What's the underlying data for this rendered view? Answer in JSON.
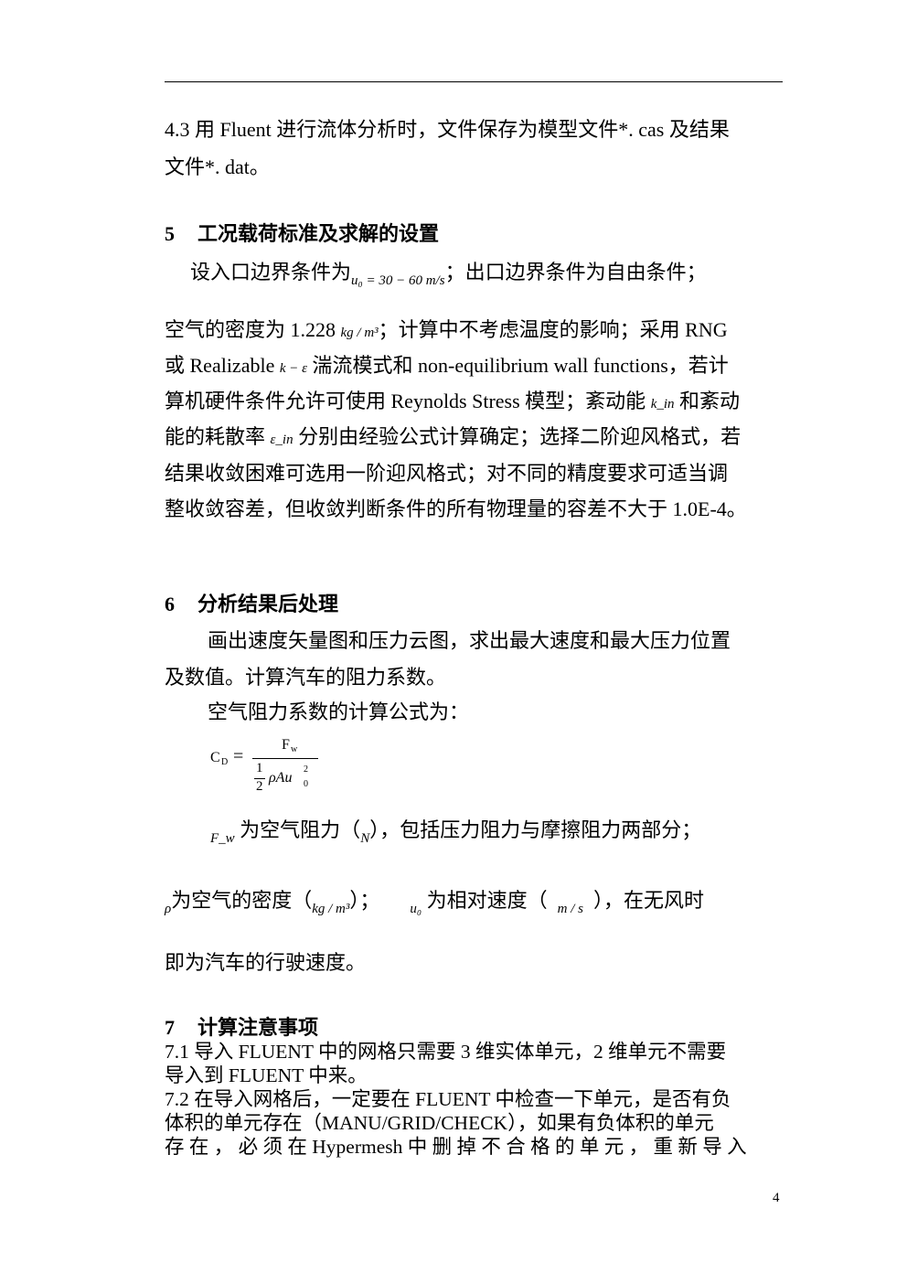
{
  "page_number": "4",
  "para_4_3": {
    "line1": "4.3 用 Fluent 进行流体分析时，文件保存为模型文件*. cas 及结果",
    "line2": "文件*. dat。"
  },
  "section5": {
    "num": "5",
    "title": "工况载荷标准及求解的设置",
    "line1_a": "设入口边界条件为",
    "line1_formula": "u₀ = 30 − 60 m/s",
    "line1_b": "；出口边界条件为自由条件；",
    "line2_a": "空气的密度为 1.228",
    "line2_unit": "kg / m³",
    "line2_b": "；计算中不考虑温度的影响；采用 RNG",
    "line3_a": "或 Realizable",
    "line3_formula": "k − ε",
    "line3_b": "湍流模式和 non-equilibrium wall functions，若计",
    "line4_a": "算机硬件条件允许可使用 Reynolds Stress 模型；紊动能",
    "line4_formula": "k_in",
    "line4_b": "和紊动",
    "line5_a": "能的耗散率",
    "line5_formula": "ε_in",
    "line5_b": "分别由经验公式计算确定；选择二阶迎风格式，若",
    "line6": "结果收敛困难可选用一阶迎风格式；对不同的精度要求可适当调",
    "line7": "整收敛容差，但收敛判断条件的所有物理量的容差不大于 1.0E-4。"
  },
  "section6": {
    "num": "6",
    "title": "分析结果后处理",
    "line1": "画出速度矢量图和压力云图，求出最大速度和最大压力位置",
    "line2": "及数值。计算汽车的阻力系数。",
    "line3": "空气阻力系数的计算公式为：",
    "formula": {
      "lhs": "C",
      "lhs_sub": "D",
      "eq": "=",
      "num": "F",
      "num_sub": "w",
      "den_frac_top": "1",
      "den_frac_bot": "2",
      "den_rest": "ρAu",
      "den_sup": "2",
      "den_sub": "0"
    },
    "fw_symbol": "F_w",
    "fw_text_a": "为空气阻力（",
    "fw_unit": "N",
    "fw_text_b": "），包括压力阻力与摩擦阻力两部分；",
    "rho_symbol": "ρ",
    "rho_text_a": "为空气的密度（",
    "rho_unit": "kg / m³",
    "rho_text_b": "）；",
    "u0_symbol": "u₀",
    "u0_text_a": "为相对速度（",
    "u0_unit": "m / s",
    "u0_text_b": "），在无风时",
    "last_line": "即为汽车的行驶速度。"
  },
  "section7": {
    "num": "7",
    "title": "计算注意事项",
    "line1": "7.1 导入 FLUENT 中的网格只需要 3 维实体单元，2 维单元不需要",
    "line2": "导入到 FLUENT 中来。",
    "line3": "7.2 在导入网格后，一定要在 FLUENT 中检查一下单元，是否有负",
    "line4": "体积的单元存在（MANU/GRID/CHECK），如果有负体积的单元",
    "line5": "存 在 ， 必 须 在 Hypermesh 中 删 掉 不 合 格 的 单 元 ， 重 新 导 入"
  }
}
